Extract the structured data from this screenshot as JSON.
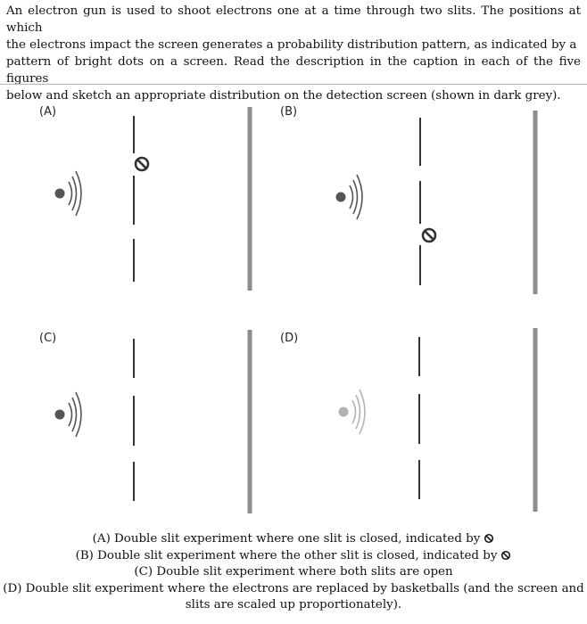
{
  "intro": {
    "lines": [
      "An electron gun is used to shoot electrons one at a time through two slits. The positions at which",
      "the electrons impact the screen generates a probability distribution pattern, as indicated by a",
      "pattern of bright dots on a screen. Read the description in the caption in each of the five figures",
      "below and sketch an appropriate distribution on the detection screen (shown in dark grey)."
    ]
  },
  "panels": [
    {
      "label": "(A)",
      "source_color": "#555555",
      "closed_slit": "upper"
    },
    {
      "label": "(B)",
      "source_color": "#555555",
      "closed_slit": "lower"
    },
    {
      "label": "(C)",
      "source_color": "#555555",
      "closed_slit": "none"
    },
    {
      "label": "(D)",
      "source_color": "#b3b3b3",
      "closed_slit": "none"
    }
  ],
  "colors": {
    "screen": "#8c8c8c",
    "barrier": "#333333",
    "source_dark": "#555555",
    "source_light": "#b3b3b3"
  },
  "icons": {
    "source": "electron-gun-source-icon",
    "closed": "closed-slit-icon"
  },
  "captions": {
    "a": "(A) Double slit experiment where one slit is closed, indicated by",
    "b": "(B) Double slit experiment where the other slit is closed, indicated by",
    "c": "(C) Double slit experiment where both slits are open",
    "d_line1": "(D) Double slit experiment where the electrons are replaced by basketballs (and the screen and",
    "d_line2": "slits are scaled up proportionately)."
  }
}
